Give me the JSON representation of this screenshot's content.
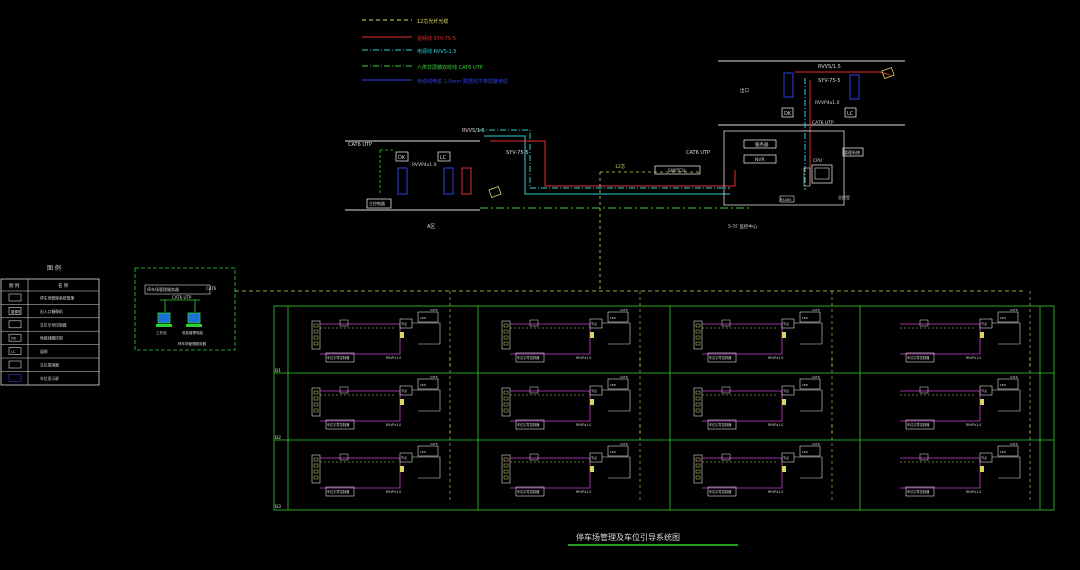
{
  "legend_lines": [
    {
      "text": "12芯光纤光缆",
      "color": "#d8d860",
      "style": "dashed"
    },
    {
      "text": "视频线  SYV-75-5",
      "color": "#e03030",
      "style": "solid"
    },
    {
      "text": "电源线  RVVS-1.5",
      "color": "#30d0d0",
      "style": "dashdot"
    },
    {
      "text": "六类非屏蔽双绞线 CAT6 UTP",
      "color": "#30d030",
      "style": "dashdot"
    },
    {
      "text": "电缆线电缆 1.0mm 数据线不带屏蔽电缆",
      "color": "#3040e0",
      "style": "solid"
    }
  ],
  "top_labels": {
    "rvvs_left": "RVVS/1.5",
    "syv_left": "SYV-75-5",
    "cat6_left": "CAT6 UTP",
    "rvvp_left": "RVVP4x1.0",
    "dk_left": "DK",
    "lc_left": "LC",
    "controller_label": "主控制器",
    "area_a": "A区",
    "cat6_mid": "CAT6 UTP",
    "fiber_mid": "12芯",
    "switch_label": "SWITCH",
    "room_label": "中心控制器",
    "rvvs_right": "RVVS/1.5",
    "syv_right": "SYV-75-5",
    "rvvp_right": "RVVP4x1.0",
    "cat6_right": "CAT6 UTP",
    "exit_label": "出口",
    "dk_right": "DK",
    "lc_right": "LC",
    "manage_label": "管理系统",
    "cpu_label": "CPU",
    "server_label": "服务器",
    "nvr_label": "NVR",
    "control_room": "总控室",
    "b_area": "5-7F 监控中心",
    "rack_label": "RS485"
  },
  "left_legend": {
    "title": "图 例",
    "header_sym": "图 例",
    "header_name": "名 称",
    "rows": [
      {
        "sym": "",
        "name": "停车场管理系统管理"
      },
      {
        "sym": "摄像机",
        "name": "出入口摄像机"
      },
      {
        "sym": "",
        "name": "车位引导控制器"
      },
      {
        "sym": "DK",
        "name": "地感线圈控制"
      },
      {
        "sym": "LC",
        "name": "道闸"
      },
      {
        "sym": "",
        "name": "车位探测器"
      },
      {
        "sym": "",
        "name": "车位显示屏"
      }
    ]
  },
  "mgmt_box": {
    "header": "停车场管理服务器",
    "sub": "CAT6 UTP",
    "pc1": "工作站",
    "pc2": "收费管理电脑",
    "footer": "停车场管理服务器",
    "link": "CAT6"
  },
  "floors": [
    "B1",
    "B2",
    "B3"
  ],
  "cell": {
    "ctrl": "车位引导控制器",
    "cable": "RVVPx1.0",
    "node": "节点",
    "tag": "CAT6",
    "unit": "LED"
  },
  "title": "停车场管理及车位引导系统图"
}
